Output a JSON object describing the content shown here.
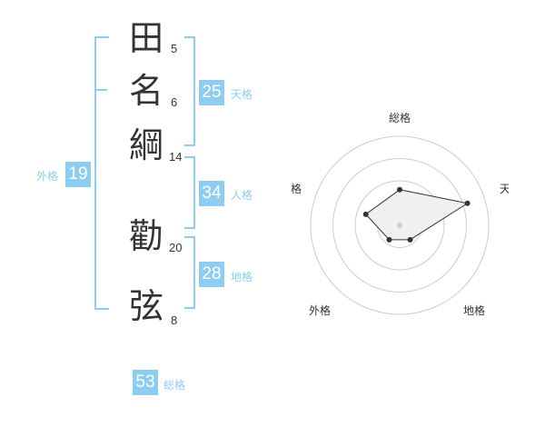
{
  "name_chars": [
    {
      "char": "田",
      "strokes": "5"
    },
    {
      "char": "名",
      "strokes": "6"
    },
    {
      "char": "綱",
      "strokes": "14"
    },
    {
      "char": "勸",
      "strokes": "20"
    },
    {
      "char": "弦",
      "strokes": "8"
    }
  ],
  "gaikaku": {
    "value": "19",
    "label": "外格"
  },
  "tenkaku": {
    "value": "25",
    "label": "天格"
  },
  "jinkaku": {
    "value": "34",
    "label": "人格"
  },
  "chikaku": {
    "value": "28",
    "label": "地格"
  },
  "soukaku": {
    "value": "53",
    "label": "総格"
  },
  "radar": {
    "axes": [
      "総格",
      "天格",
      "地格",
      "外格",
      "人格"
    ],
    "values": [
      0.4,
      0.8,
      0.2,
      0.2,
      0.4
    ],
    "ring_count": 4,
    "colors": {
      "ring": "#cccccc",
      "fill": "#eeeeee",
      "line": "#333333",
      "point": "#333333",
      "center": "#cccccc"
    }
  },
  "colors": {
    "accent": "#8ecdf2",
    "text": "#333333"
  }
}
